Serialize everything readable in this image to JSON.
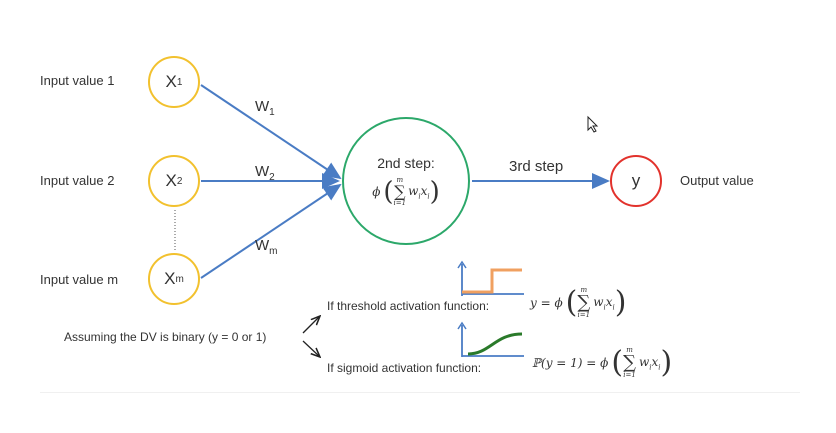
{
  "inputs": [
    {
      "label": "Input value 1",
      "node": "X",
      "sub": "1"
    },
    {
      "label": "Input value 2",
      "node": "X",
      "sub": "2"
    },
    {
      "label": "Input value m",
      "node": "X",
      "sub": "m"
    }
  ],
  "weights": [
    {
      "w": "W",
      "sub": "1"
    },
    {
      "w": "W",
      "sub": "2"
    },
    {
      "w": "W",
      "sub": "m"
    }
  ],
  "neuron": {
    "step_label": "2nd step:",
    "formula": {
      "phi": "ϕ",
      "sum_top": "m",
      "sum_bottom": "i=1",
      "term": "w",
      "term_sub": "i",
      "var": "x",
      "var_sub": "i"
    }
  },
  "output": {
    "step_label": "3rd step",
    "node": "y",
    "label": "Output value"
  },
  "binary_note": "Assuming the DV is binary (y = 0 or 1)",
  "threshold": {
    "text": "If threshold activation function:",
    "lhs": "y = ϕ"
  },
  "sigmoid": {
    "text": "If sigmoid activation function:",
    "lhs": "ℙ(y = 1) = ϕ"
  },
  "colors": {
    "input": "#f2c12e",
    "neuron": "#2ca86a",
    "output": "#e2322c",
    "edge": "#4a7cc4",
    "threshold_curve": "#f0a060",
    "sigmoid_curve": "#2a7a2a"
  }
}
